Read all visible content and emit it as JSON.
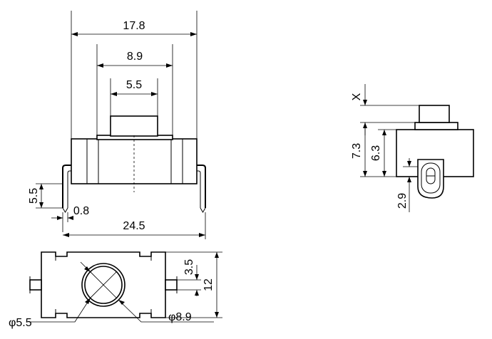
{
  "front_view": {
    "dim_total_width": "17.8",
    "dim_body_width": "8.9",
    "dim_actuator_width": "5.5",
    "dim_lead_height": "5.5",
    "dim_lead_thickness": "0.8",
    "dim_lead_span": "24.5"
  },
  "side_view": {
    "dim_actuator_travel": "X",
    "dim_height_total": "7.3",
    "dim_height_body": "6.3",
    "dim_lead_offset": "2.9"
  },
  "bottom_view": {
    "dim_half_height": "3.5",
    "dim_height": "12",
    "dim_inner_diameter": "5.5",
    "dim_outer_diameter": "8.9",
    "phi_symbol": "φ"
  }
}
